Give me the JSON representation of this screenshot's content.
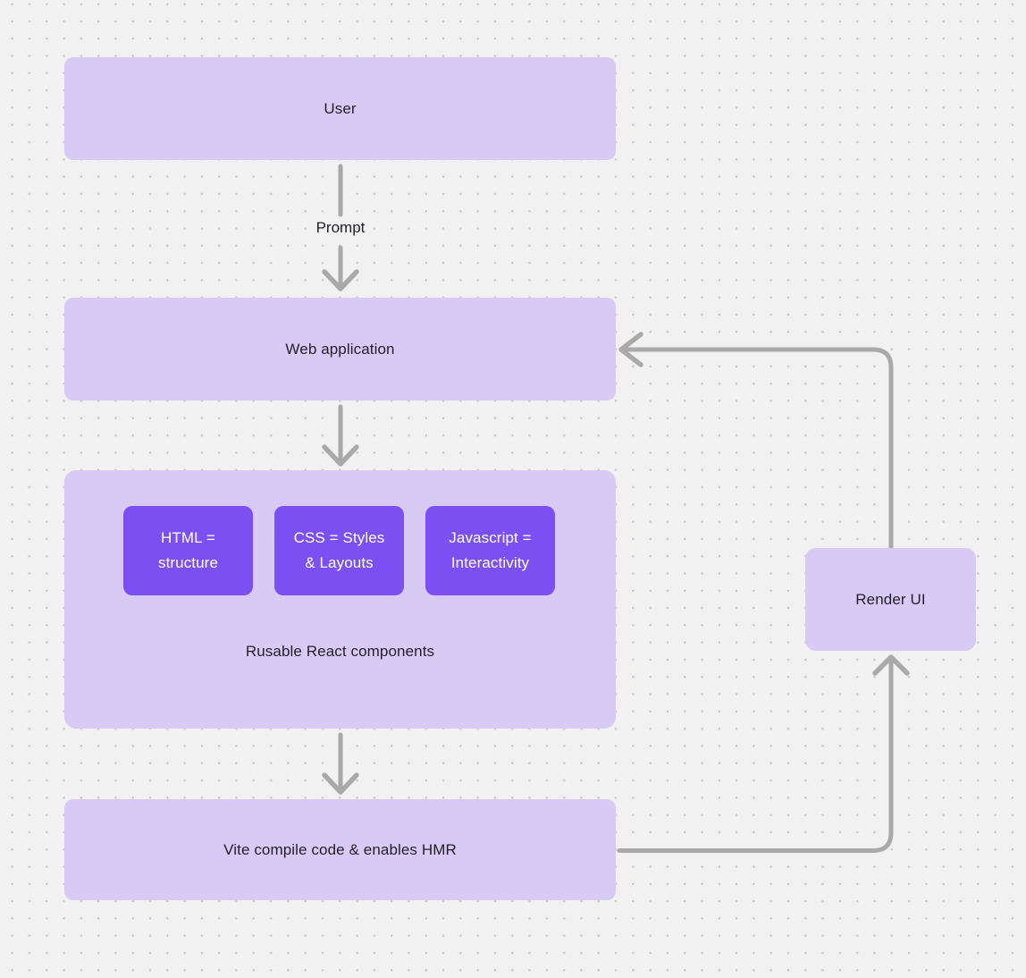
{
  "canvas": {
    "background": "#f2f1f1",
    "dot_color": "#c8c7c6"
  },
  "colors": {
    "node_fill": "#d7caf5",
    "accent_fill": "#7c4ff2",
    "accent_text": "#ffffff",
    "node_text": "#221f2b",
    "arrow": "#a9a9a9"
  },
  "nodes": {
    "user": {
      "label": "User"
    },
    "web_application": {
      "label": "Web application"
    },
    "components_group": {
      "label": "Rusable React components"
    },
    "html": {
      "label": "HTML = structure"
    },
    "css": {
      "label": "CSS = Styles & Layouts"
    },
    "javascript": {
      "label": "Javascript = Interactivity"
    },
    "vite": {
      "label": "Vite compile code & enables HMR"
    },
    "render_ui": {
      "label": "Render UI"
    }
  },
  "edges": {
    "user_to_web_application": {
      "from": "user",
      "to": "web_application",
      "label": "Prompt"
    },
    "web_application_to_components": {
      "from": "web_application",
      "to": "components_group",
      "label": ""
    },
    "components_to_vite": {
      "from": "components_group",
      "to": "vite",
      "label": ""
    },
    "vite_to_render_ui": {
      "from": "vite",
      "to": "render_ui",
      "label": ""
    },
    "render_ui_to_web_application": {
      "from": "render_ui",
      "to": "web_application",
      "label": ""
    }
  }
}
